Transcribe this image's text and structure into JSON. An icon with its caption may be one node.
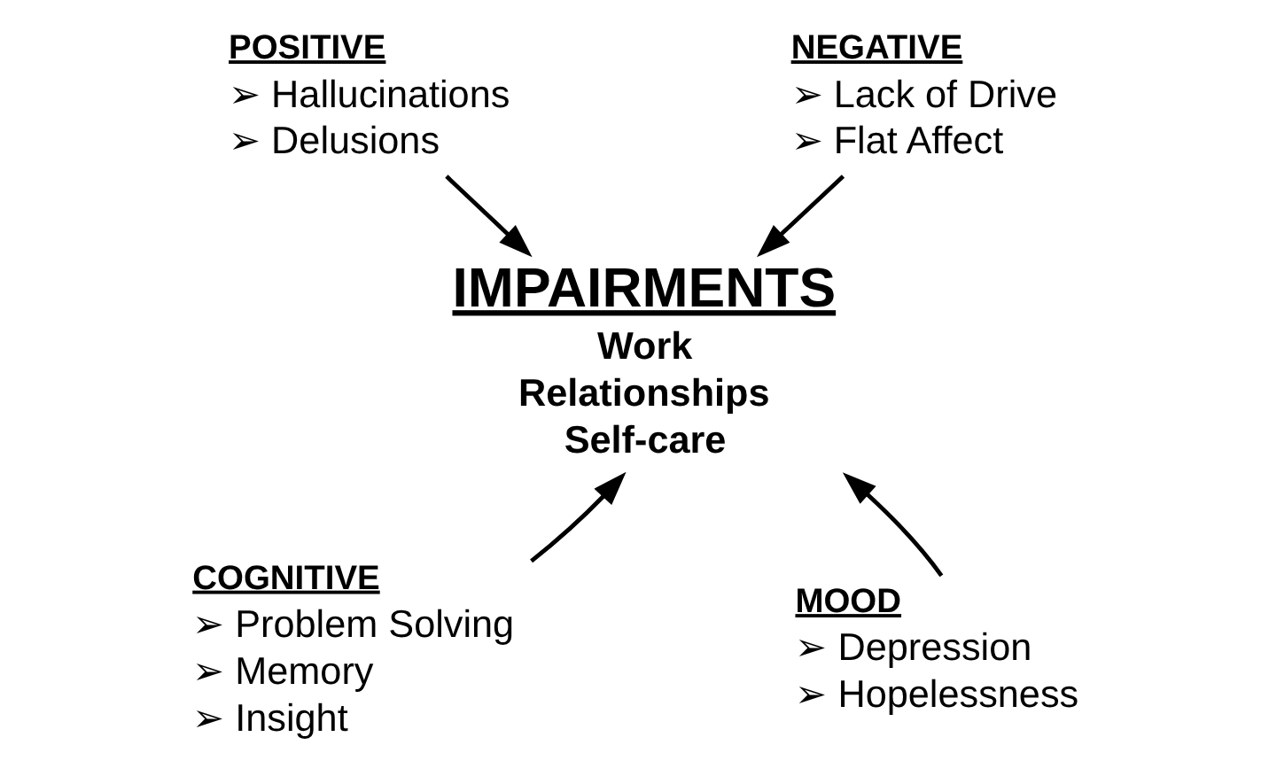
{
  "diagram": {
    "nodes": [
      {
        "text": [
          "POSITIVE",
          "➢ Hallucinations",
          "➢ Delusions"
        ]
      },
      {
        "text": [
          "NEGATIVE",
          "➢ Lack of Drive",
          "➢ Flat Affect"
        ]
      },
      {
        "text": [
          "IMPAIRMENTS",
          "Work",
          "Relationships",
          "Self-care"
        ]
      },
      {
        "text": [
          "COGNITIVE",
          "➢ Problem Solving",
          "➢ Memory",
          "➢ Insight"
        ]
      },
      {
        "text": [
          "MOOD",
          "➢ Depression",
          "➢ Hopelessness"
        ]
      }
    ],
    "edges": [
      {
        "from": 0,
        "to": 2,
        "arrow": "to"
      },
      {
        "from": 1,
        "to": 2,
        "arrow": "to"
      },
      {
        "from": 3,
        "to": 2,
        "arrow": "to"
      },
      {
        "from": 4,
        "to": 2,
        "arrow": "to"
      }
    ]
  }
}
